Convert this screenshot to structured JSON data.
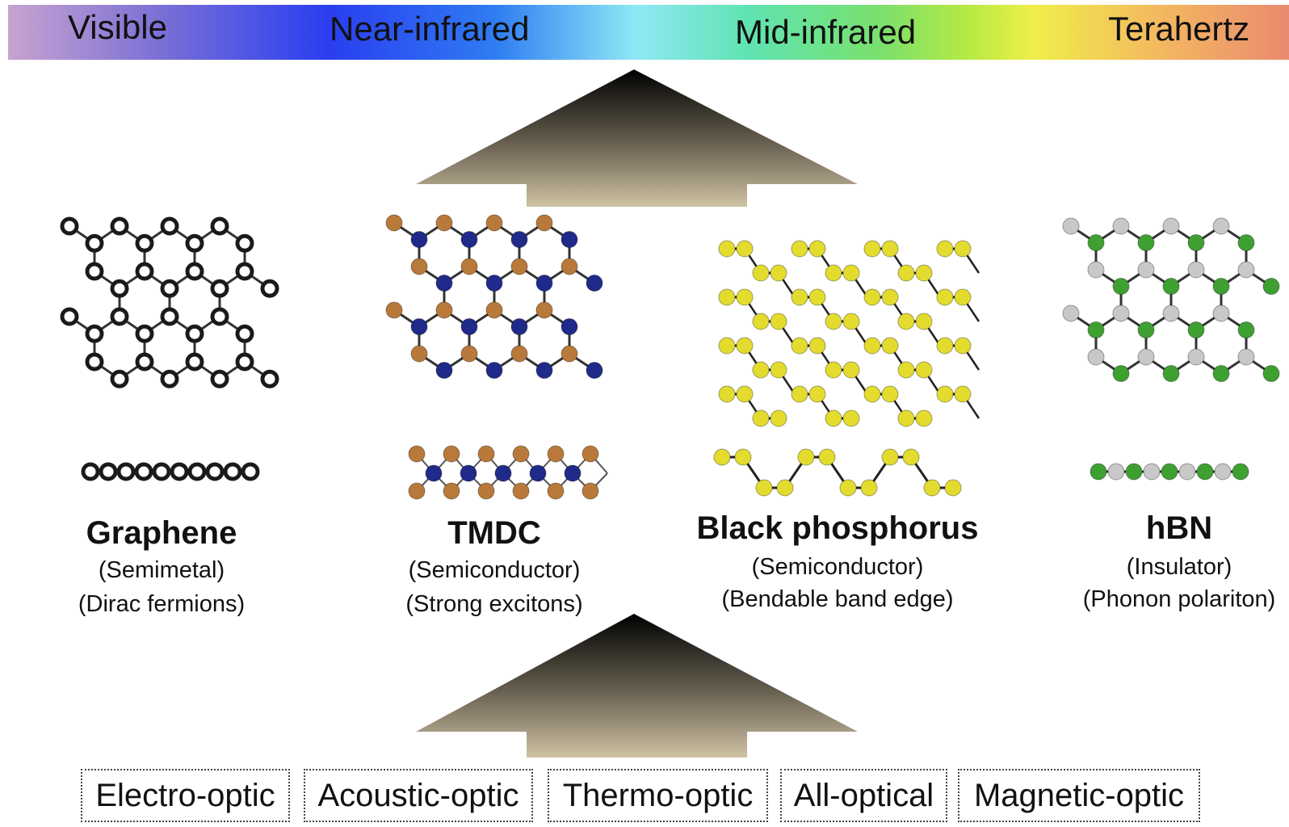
{
  "spectrum": {
    "bands": [
      "Visible",
      "Near-infrared",
      "Mid-infrared",
      "Terahertz"
    ]
  },
  "materials": [
    {
      "name": "Graphene",
      "lines": [
        "(Semimetal)",
        "(Dirac fermions)"
      ],
      "colors": {
        "a": "#1a1a1a",
        "b": "#1a1a1a"
      }
    },
    {
      "name": "TMDC",
      "lines": [
        "(Semiconductor)",
        "(Strong excitons)"
      ],
      "colors": {
        "a": "#b8793a",
        "b": "#1f2a8a"
      }
    },
    {
      "name": "Black phosphorus",
      "lines": [
        "(Semiconductor)",
        "(Bendable band edge)"
      ],
      "colors": {
        "a": "#e3dc2f",
        "b": "#e3dc2f"
      }
    },
    {
      "name": "hBN",
      "lines": [
        "(Insulator)",
        "(Phonon polariton)"
      ],
      "colors": {
        "a": "#c8c8c8",
        "b": "#3fa032"
      }
    }
  ],
  "modulation": [
    "Electro-optic",
    "Acoustic-optic",
    "Thermo-optic",
    "All-optical",
    "Magnetic-optic"
  ]
}
